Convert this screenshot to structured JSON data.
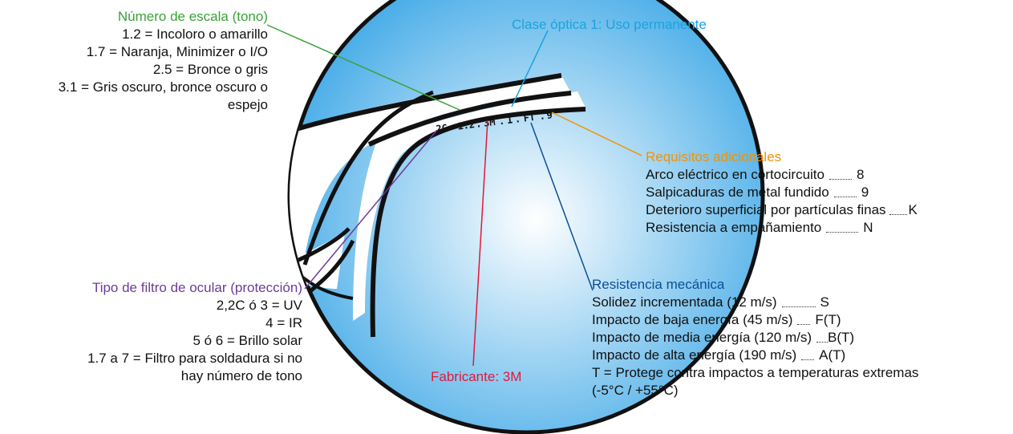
{
  "colors": {
    "scale": "#3aa236",
    "optical": "#1ba3dd",
    "additional": "#f39200",
    "mechanical": "#0a4f9a",
    "filter": "#6b3d97",
    "manufacturer": "#e4163a",
    "lens_fill_light": "#ffffff",
    "lens_fill_dark": "#3aa6e6"
  },
  "lens_marking": {
    "part1": "2C",
    "part2": "1.2",
    "part3": "3M",
    "part4": "1",
    "part5": "FT",
    "part6": "9"
  },
  "scale_number": {
    "title": "Número de escala (tono)",
    "lines": [
      "1.2 = Incoloro o amarillo",
      "1.7 = Naranja, Minimizer o I/O",
      "2.5 = Bronce o gris",
      "3.1 = Gris oscuro, bronce oscuro o",
      "espejo"
    ]
  },
  "optical_class": {
    "title": "Clase óptica 1: Uso permanente"
  },
  "additional_requirements": {
    "title": "Requisitos adicionales",
    "items": [
      {
        "label": "Arco eléctrico en cortocircuito",
        "code": "8"
      },
      {
        "label": "Salpicaduras de metal fundido",
        "code": "9"
      },
      {
        "label": "Deterioro superficial por partículas finas",
        "code": "K"
      },
      {
        "label": "Resistencia a empañamiento",
        "code": "N"
      }
    ]
  },
  "filter_type": {
    "title": "Tipo de filtro de ocular (protección)",
    "lines": [
      "2,2C ó 3 = UV",
      "4 = IR",
      "5 ó 6 = Brillo solar",
      "1.7 a 7 = Filtro para soldadura si no",
      "hay número de tono"
    ]
  },
  "manufacturer": {
    "title": "Fabricante: 3M"
  },
  "mechanical_resistance": {
    "title": "Resistencia mecánica",
    "items": [
      {
        "label": "Solidez incrementada (12 m/s)",
        "code": "S"
      },
      {
        "label": "Impacto de baja energía (45 m/s)",
        "code": "F(T)"
      },
      {
        "label": "Impacto de media energía (120 m/s)",
        "code": "B(T)"
      },
      {
        "label": "Impacto de alta energía (190 m/s)",
        "code": "A(T)"
      }
    ],
    "note_line1": "T = Protege contra impactos a temperaturas extremas",
    "note_line2": "(-5°C / +55°C)"
  }
}
